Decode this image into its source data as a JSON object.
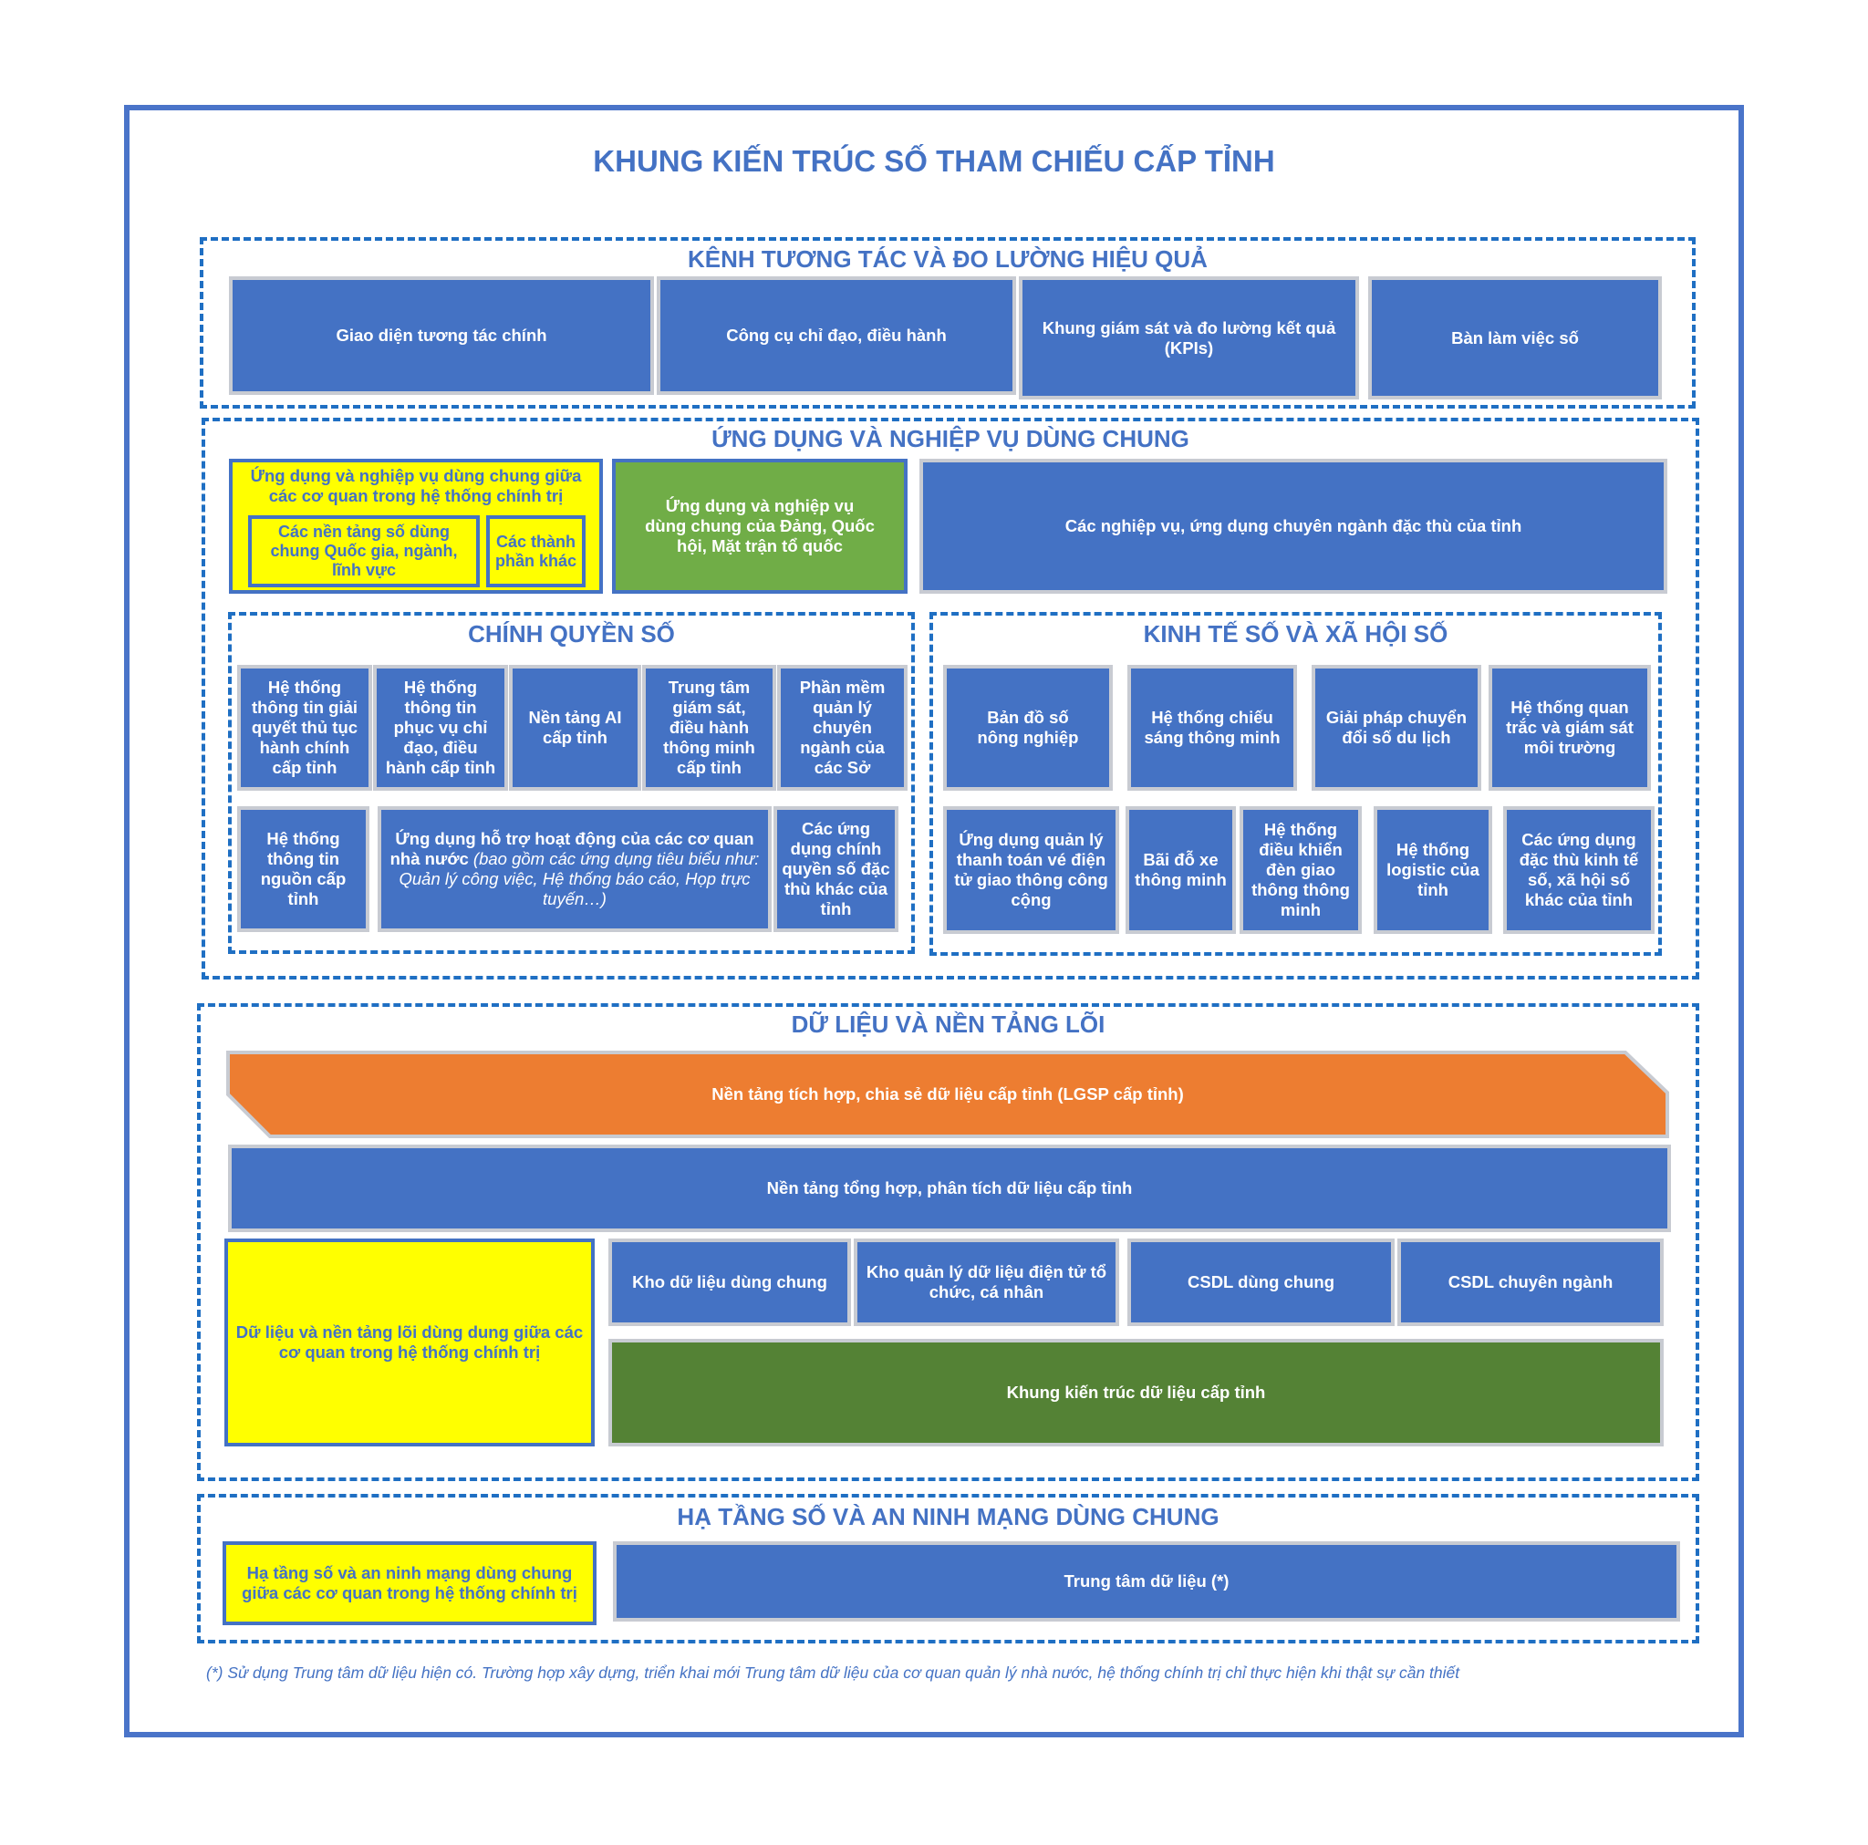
{
  "title": "KHUNG KIẾN TRÚC SỐ THAM CHIẾU CẤP TỈNH",
  "sections": {
    "interaction": {
      "title": "KÊNH TƯƠNG TÁC VÀ ĐO LƯỜNG HIỆU QUẢ",
      "boxes": [
        "Giao diện tương tác chính",
        "Công cụ chỉ đạo, điều hành",
        "Khung giám sát và đo lường kết quả (KPIs)",
        "Bàn làm việc số"
      ]
    },
    "apps": {
      "title": "ỨNG DỤNG VÀ NGHIỆP VỤ DÙNG CHUNG",
      "shared_political": "Ứng dụng và nghiệp vụ dùng chung giữa các cơ quan trong hệ thống chính trị",
      "national_platforms": "Các nền tảng số dùng chung Quốc gia, ngành, lĩnh vực",
      "other_components": "Các thành phần khác",
      "party": "Ứng dụng và nghiệp vụ dùng chung của Đảng, Quốc hội, Mặt trận tổ quốc",
      "specialized": "Các nghiệp vụ, ứng dụng chuyên ngành đặc thù của tỉnh",
      "gov": {
        "title": "CHÍNH QUYỀN SỐ",
        "row1": [
          "Hệ thống thông tin giải quyết thủ tục hành chính cấp tỉnh",
          "Hệ thống thông tin phục vụ chỉ đạo, điều hành cấp tỉnh",
          "Nền tảng AI cấp tỉnh",
          "Trung tâm giám sát, điều hành thông minh cấp tỉnh",
          "Phần mềm quản lý chuyên ngành của các Sở"
        ],
        "source_system": "Hệ thống thông tin nguồn cấp tỉnh",
        "support_app_bold": "Ứng dụng hỗ trợ hoạt động của các cơ quan nhà nước",
        "support_app_italic": " (bao gồm các ứng dụng tiêu biểu như: Quản lý công việc, Hệ thống báo cáo, Họp trực tuyến…)",
        "other_gov_apps": "Các ứng dụng chính quyền số đặc thù khác của tỉnh"
      },
      "econ": {
        "title": "KINH TẾ SỐ VÀ XÃ HỘI SỐ",
        "row1": [
          "Bản đồ số nông nghiệp",
          "Hệ thống chiếu sáng thông minh",
          "Giải pháp chuyển đổi số du lịch",
          "Hệ thống quan trắc và giám sát môi trường"
        ],
        "row2": [
          "Ứng dụng quản lý thanh toán vé điện tử giao thông công cộng",
          "Bãi đỗ xe thông minh",
          "Hệ thống điều khiển đèn giao thông thông minh",
          "Hệ thống logistic của tỉnh",
          "Các ứng dụng đặc thù kinh tế số, xã hội số khác của tỉnh"
        ]
      }
    },
    "data": {
      "title": "DỮ LIỆU VÀ NỀN TẢNG LÕI",
      "lgsp": "Nền tảng tích hợp, chia sẻ dữ liệu cấp tỉnh (LGSP cấp tỉnh)",
      "analytics": "Nền tảng tổng hợp, phân tích dữ liệu cấp tỉnh",
      "shared_core": "Dữ liệu và nền tảng lõi dùng dung giữa các cơ quan trong hệ thống chính trị",
      "stores": [
        "Kho dữ liệu dùng chung",
        "Kho quản lý dữ liệu điện tử tổ chức, cá nhân",
        "CSDL dùng chung",
        "CSDL chuyên ngành"
      ],
      "data_framework": "Khung kiến trúc dữ liệu cấp tỉnh"
    },
    "infra": {
      "title": "HẠ TẦNG SỐ VÀ AN NINH MẠNG DÙNG CHUNG",
      "shared_infra": "Hạ tầng số và an ninh mạng dùng chung giữa các cơ quan trong hệ thống chính trị",
      "datacenter": "Trung tâm dữ liệu (*)"
    }
  },
  "footnote": "(*) Sử dụng Trung tâm dữ liệu hiện có. Trường hợp xây dựng, triển khai mới Trung tâm dữ liệu của cơ quan quản lý nhà nước, hệ thống chính trị chỉ thực hiện khi thật sự cần thiết",
  "colors": {
    "blue": "#4472c4",
    "yellow": "#ffff00",
    "green": "#70ad47",
    "dark_green": "#548235",
    "orange": "#ed7d31"
  }
}
